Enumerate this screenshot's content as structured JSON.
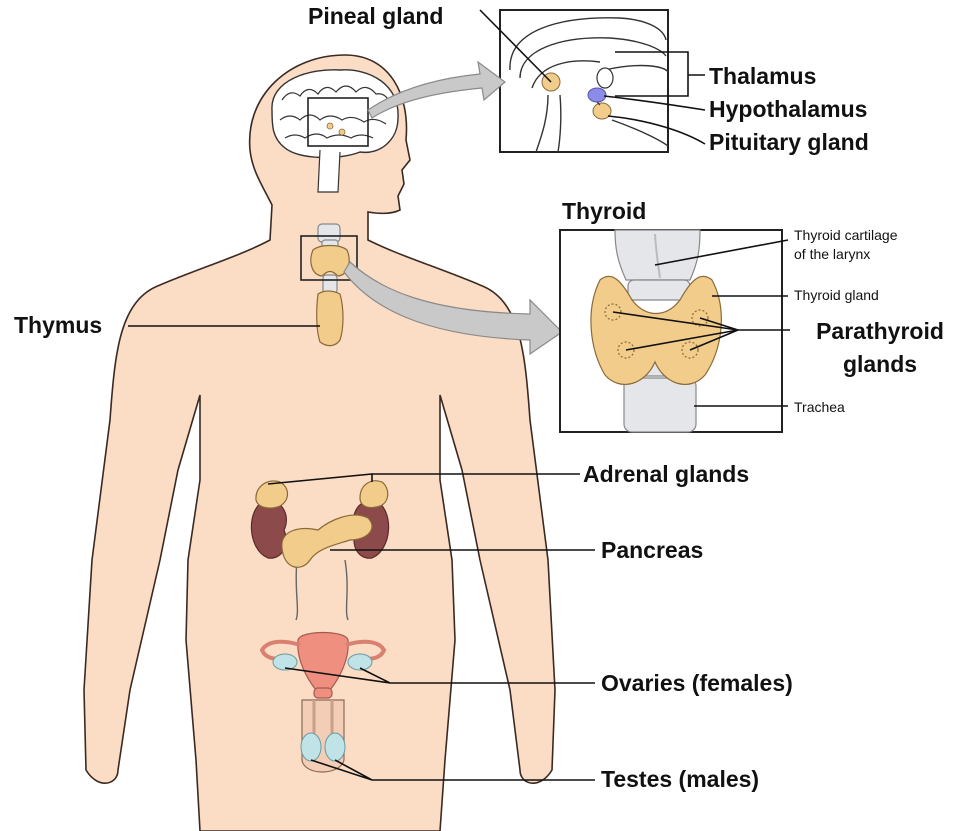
{
  "labels": {
    "pineal": "Pineal gland",
    "thalamus": "Thalamus",
    "hypothalamus": "Hypothalamus",
    "pituitary": "Pituitary gland",
    "thyroid_title": "Thyroid",
    "thyroid_cartilage_1": "Thyroid cartilage",
    "thyroid_cartilage_2": "of the larynx",
    "thyroid_gland": "Thyroid gland",
    "parathyroid_1": "Parathyroid",
    "parathyroid_2": "glands",
    "trachea": "Trachea",
    "thymus": "Thymus",
    "adrenal": "Adrenal glands",
    "pancreas": "Pancreas",
    "ovaries": "Ovaries (females)",
    "testes": "Testes (males)"
  },
  "colors": {
    "skin": "#fbdcc5",
    "gland": "#f2cc8a",
    "kidney": "#8c4a4a",
    "uterus": "#ef8f80",
    "ovary_testis": "#bfe3e6",
    "hypothalamus_highlight": "#8c8ce8",
    "arrow": "#c9c9c9"
  }
}
